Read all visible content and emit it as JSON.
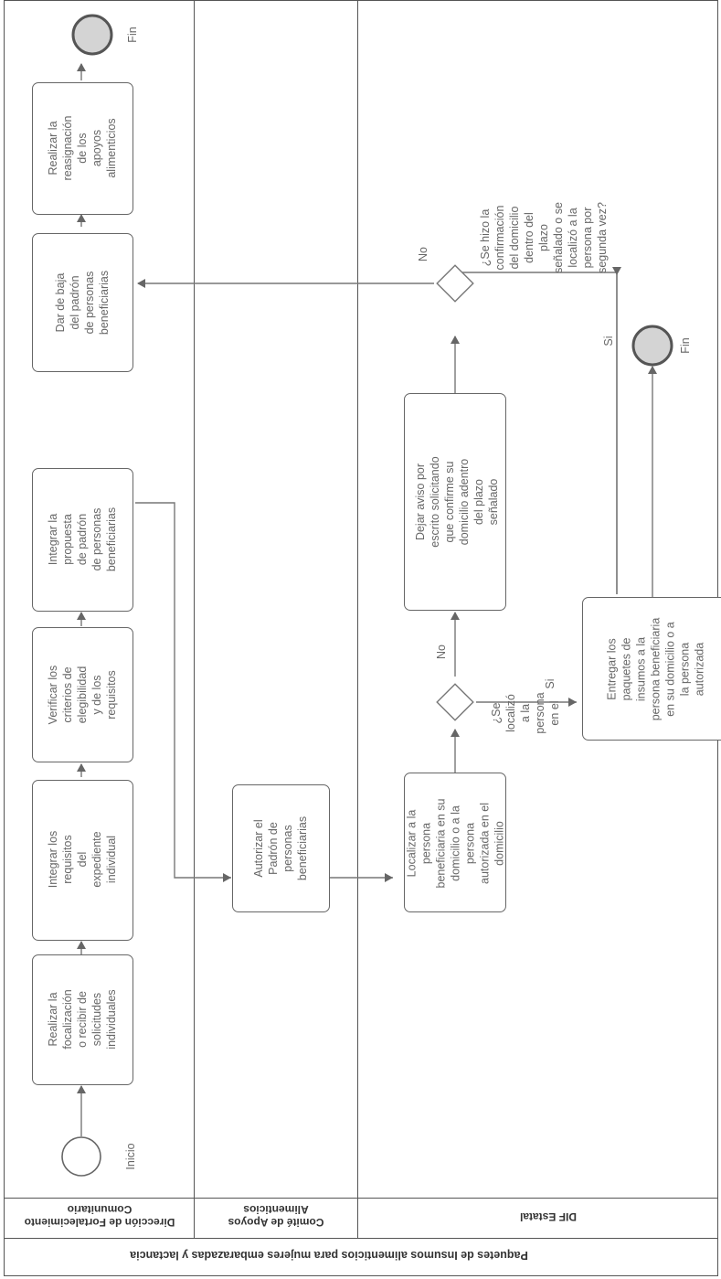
{
  "pool": {
    "title": "Paquetes de Insumos alimenticios para mujeres embarazadas y lactancia"
  },
  "lanes": [
    {
      "id": "direccion",
      "label": "Dirección de Fortalecimiento Comunitario"
    },
    {
      "id": "comite",
      "label": "Comité de Apoyos Alimenticios"
    },
    {
      "id": "dif",
      "label": "DIF Estatal"
    }
  ],
  "events": {
    "start": "Inicio",
    "end_1": "Fin",
    "end_2": "Fin"
  },
  "tasks": {
    "t1": "Realizar la focalización o recibir de solicitudes individuales",
    "t2": "Integrar los requisitos del expediente individual",
    "t3": "Verificar los criterios de elegibilidad y de los requisitos",
    "t4": "Integrar la propuesta de padrón de personas beneficiarias",
    "t5": "Dar de baja del padrón de personas beneficiarias",
    "t6": "Realizar la reasignación de los apoyos alimenticios",
    "t7": "Autorizar el Padrón de personas beneficiarias",
    "t8": "Localizar a la persona beneficiaria en su domicilio o a la persona autorizada en el domicilio",
    "t9": "Dejar aviso por escrito solicitando que confirme su domicilio adentro del plazo señalado",
    "t10": "Entregar los paquetes de insumos a la persona beneficiaria en su domicilio o a la persona autorizada"
  },
  "gateways": {
    "g1": "¿Se localizó a la persona en el",
    "g2": "¿Se hizo la confirmación del domicilio dentro del plazo señalado o se localizó a la persona por segunda vez?"
  },
  "flow_labels": {
    "g1_no": "No",
    "g1_yes": "Si",
    "g2_no": "No",
    "g2_yes": "Si"
  }
}
